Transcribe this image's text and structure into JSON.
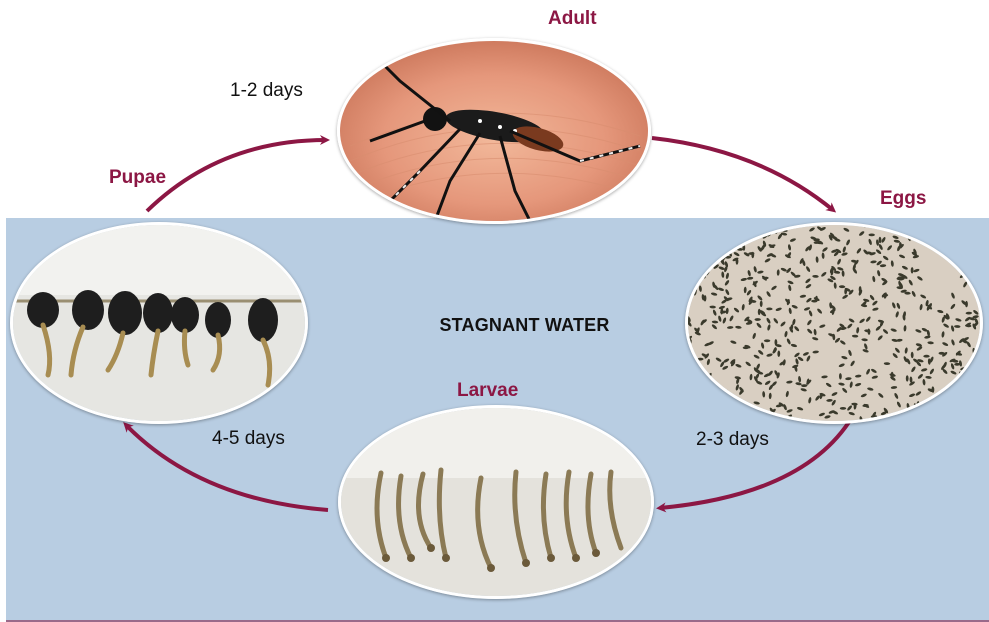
{
  "diagram": {
    "center_label": "STAGNANT WATER",
    "stages": {
      "adult": "Adult",
      "eggs": "Eggs",
      "larvae": "Larvae",
      "pupae": "Pupae"
    },
    "durations": {
      "pupae_to_adult": "1-2 days",
      "eggs_to_larvae": "2-3 days",
      "larvae_to_pupae": "4-5 days"
    },
    "colors": {
      "accent": "#8c1744",
      "water": "#b8cde2",
      "text": "#111111"
    },
    "icons": {
      "adult": "mosquito-photo",
      "eggs": "eggs-photo",
      "larvae": "larvae-photo",
      "pupae": "pupae-photo"
    }
  }
}
